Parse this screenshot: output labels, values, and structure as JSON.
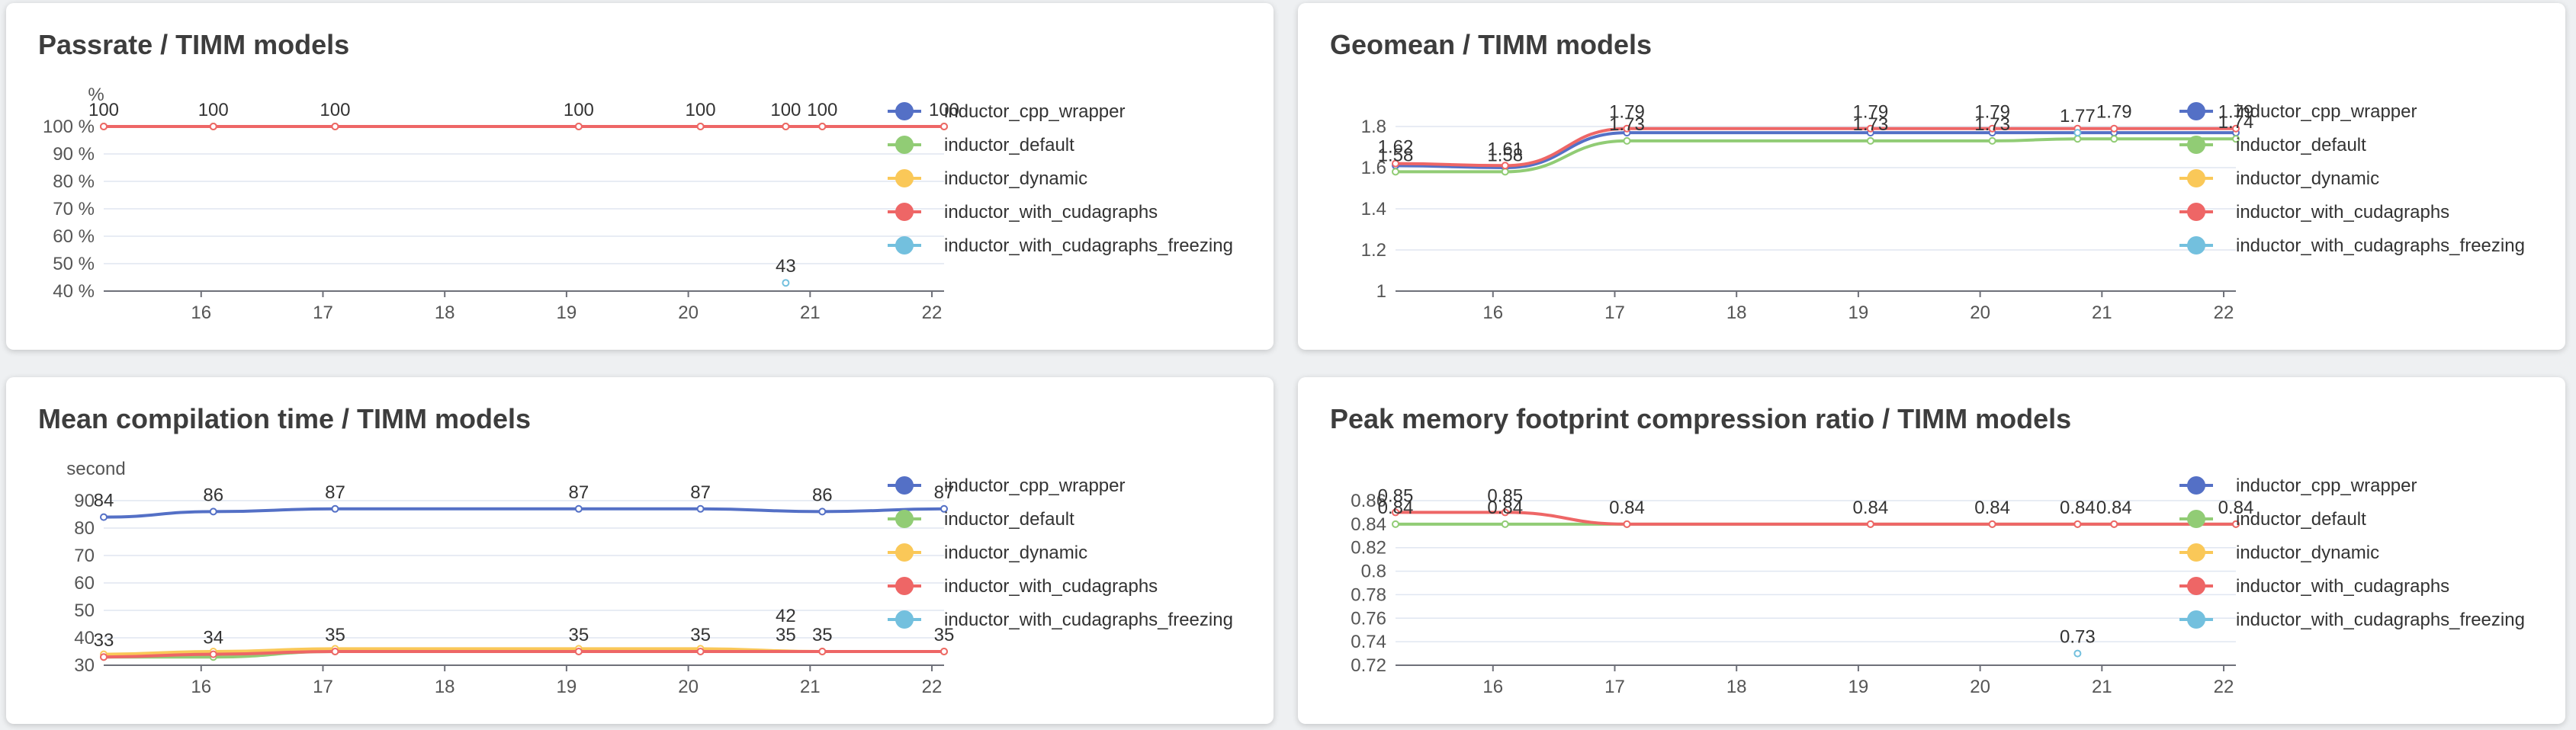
{
  "panels": [
    {
      "title": "Passrate / TIMM models",
      "chart_data": {
        "type": "line",
        "title": "Passrate / TIMM models",
        "ylabel": "%",
        "y_unit_suffix": " %",
        "ylim": [
          40,
          100
        ],
        "yticks": [
          40,
          50,
          60,
          70,
          80,
          90,
          100
        ],
        "xlim": [
          15.2,
          22.1
        ],
        "xticks": [
          16,
          17,
          18,
          19,
          20,
          21,
          22
        ],
        "x": [
          15.2,
          16.1,
          17.1,
          19.1,
          20.1,
          20.8,
          21.1,
          22.1
        ],
        "smooth": false,
        "legend": "right",
        "series": [
          {
            "name": "inductor_cpp_wrapper",
            "color": "#5470c6",
            "points": [
              [
                15.2,
                100
              ],
              [
                16.1,
                100
              ],
              [
                17.1,
                100
              ],
              [
                19.1,
                100
              ],
              [
                20.1,
                100
              ],
              [
                20.8,
                100
              ],
              [
                21.1,
                100
              ],
              [
                22.1,
                100
              ]
            ]
          },
          {
            "name": "inductor_default",
            "color": "#91cc75",
            "points": [
              [
                15.2,
                100
              ],
              [
                16.1,
                100
              ],
              [
                17.1,
                100
              ],
              [
                19.1,
                100
              ],
              [
                20.1,
                100
              ],
              [
                20.8,
                100
              ],
              [
                21.1,
                100
              ],
              [
                22.1,
                100
              ]
            ]
          },
          {
            "name": "inductor_dynamic",
            "color": "#fac858",
            "points": [
              [
                15.2,
                100
              ],
              [
                16.1,
                100
              ],
              [
                17.1,
                100
              ],
              [
                19.1,
                100
              ],
              [
                20.1,
                100
              ],
              [
                20.8,
                100
              ],
              [
                21.1,
                100
              ],
              [
                22.1,
                100
              ]
            ]
          },
          {
            "name": "inductor_with_cudagraphs",
            "color": "#ee6666",
            "points": [
              [
                15.2,
                100
              ],
              [
                16.1,
                100
              ],
              [
                17.1,
                100
              ],
              [
                19.1,
                100
              ],
              [
                20.1,
                100
              ],
              [
                20.8,
                100
              ],
              [
                21.1,
                100
              ],
              [
                22.1,
                100
              ]
            ]
          },
          {
            "name": "inductor_with_cudagraphs_freezing",
            "color": "#73c0de",
            "points": [
              [
                20.8,
                43
              ]
            ]
          }
        ],
        "labels": [
          {
            "x": 15.2,
            "y": 100,
            "text": "100"
          },
          {
            "x": 16.1,
            "y": 100,
            "text": "100"
          },
          {
            "x": 17.1,
            "y": 100,
            "text": "100"
          },
          {
            "x": 19.1,
            "y": 100,
            "text": "100"
          },
          {
            "x": 20.1,
            "y": 100,
            "text": "100"
          },
          {
            "x": 20.8,
            "y": 100,
            "text": "100"
          },
          {
            "x": 21.1,
            "y": 100,
            "text": "100"
          },
          {
            "x": 22.1,
            "y": 100,
            "text": "100"
          },
          {
            "x": 20.8,
            "y": 43,
            "text": "43"
          }
        ]
      }
    },
    {
      "title": "Geomean / TIMM models",
      "chart_data": {
        "type": "line",
        "title": "Geomean / TIMM models",
        "ylabel": "",
        "y_unit_suffix": "",
        "ylim": [
          1,
          1.8
        ],
        "yticks": [
          1,
          1.2,
          1.4,
          1.6,
          1.8
        ],
        "xlim": [
          15.2,
          22.1
        ],
        "xticks": [
          16,
          17,
          18,
          19,
          20,
          21,
          22
        ],
        "smooth": true,
        "legend": "right",
        "series": [
          {
            "name": "inductor_cpp_wrapper",
            "color": "#5470c6",
            "points": [
              [
                15.2,
                1.61
              ],
              [
                16.1,
                1.6
              ],
              [
                17.1,
                1.77
              ],
              [
                19.1,
                1.77
              ],
              [
                20.1,
                1.77
              ],
              [
                20.8,
                1.77
              ],
              [
                21.1,
                1.77
              ],
              [
                22.1,
                1.77
              ]
            ]
          },
          {
            "name": "inductor_default",
            "color": "#91cc75",
            "points": [
              [
                15.2,
                1.58
              ],
              [
                16.1,
                1.58
              ],
              [
                17.1,
                1.73
              ],
              [
                19.1,
                1.73
              ],
              [
                20.1,
                1.73
              ],
              [
                20.8,
                1.74
              ],
              [
                21.1,
                1.74
              ],
              [
                22.1,
                1.74
              ]
            ]
          },
          {
            "name": "inductor_dynamic",
            "color": "#fac858",
            "points": []
          },
          {
            "name": "inductor_with_cudagraphs",
            "color": "#ee6666",
            "points": [
              [
                15.2,
                1.62
              ],
              [
                16.1,
                1.61
              ],
              [
                17.1,
                1.79
              ],
              [
                19.1,
                1.79
              ],
              [
                20.1,
                1.79
              ],
              [
                20.8,
                1.79
              ],
              [
                21.1,
                1.79
              ],
              [
                22.1,
                1.79
              ]
            ]
          },
          {
            "name": "inductor_with_cudagraphs_freezing",
            "color": "#73c0de",
            "points": [
              [
                20.8,
                1.77
              ]
            ]
          }
        ],
        "labels": [
          {
            "x": 15.2,
            "y": 1.62,
            "text": "1.62"
          },
          {
            "x": 15.2,
            "y": 1.58,
            "text": "1.58"
          },
          {
            "x": 16.1,
            "y": 1.61,
            "text": "1.61"
          },
          {
            "x": 16.1,
            "y": 1.58,
            "text": "1.58"
          },
          {
            "x": 17.1,
            "y": 1.79,
            "text": "1.79"
          },
          {
            "x": 17.1,
            "y": 1.73,
            "text": "1.73"
          },
          {
            "x": 19.1,
            "y": 1.79,
            "text": "1.79"
          },
          {
            "x": 19.1,
            "y": 1.73,
            "text": "1.73"
          },
          {
            "x": 20.1,
            "y": 1.79,
            "text": "1.79"
          },
          {
            "x": 20.1,
            "y": 1.73,
            "text": "1.73"
          },
          {
            "x": 20.8,
            "y": 1.77,
            "text": "1.77"
          },
          {
            "x": 21.1,
            "y": 1.79,
            "text": "1.79"
          },
          {
            "x": 22.1,
            "y": 1.79,
            "text": "1.79"
          },
          {
            "x": 22.1,
            "y": 1.74,
            "text": "1.74"
          }
        ]
      }
    },
    {
      "title": "Mean compilation time / TIMM models",
      "chart_data": {
        "type": "line",
        "title": "Mean compilation time / TIMM models",
        "ylabel": "second",
        "y_unit_suffix": "",
        "ylim": [
          30,
          90
        ],
        "yticks": [
          30,
          40,
          50,
          60,
          70,
          80,
          90
        ],
        "xlim": [
          15.2,
          22.1
        ],
        "xticks": [
          16,
          17,
          18,
          19,
          20,
          21,
          22
        ],
        "smooth": true,
        "legend": "right",
        "series": [
          {
            "name": "inductor_cpp_wrapper",
            "color": "#5470c6",
            "points": [
              [
                15.2,
                84
              ],
              [
                16.1,
                86
              ],
              [
                17.1,
                87
              ],
              [
                19.1,
                87
              ],
              [
                20.1,
                87
              ],
              [
                21.1,
                86
              ],
              [
                22.1,
                87
              ]
            ]
          },
          {
            "name": "inductor_default",
            "color": "#91cc75",
            "points": [
              [
                15.2,
                33
              ],
              [
                16.1,
                33
              ],
              [
                17.1,
                35
              ],
              [
                19.1,
                35
              ],
              [
                20.1,
                35
              ],
              [
                21.1,
                35
              ],
              [
                22.1,
                35
              ]
            ]
          },
          {
            "name": "inductor_dynamic",
            "color": "#fac858",
            "points": [
              [
                15.2,
                34
              ],
              [
                16.1,
                35
              ],
              [
                17.1,
                36
              ],
              [
                19.1,
                36
              ],
              [
                20.1,
                36
              ],
              [
                21.1,
                35
              ],
              [
                22.1,
                35
              ]
            ]
          },
          {
            "name": "inductor_with_cudagraphs",
            "color": "#ee6666",
            "points": [
              [
                15.2,
                33
              ],
              [
                16.1,
                34
              ],
              [
                17.1,
                35
              ],
              [
                19.1,
                35
              ],
              [
                20.1,
                35
              ],
              [
                21.1,
                35
              ],
              [
                22.1,
                35
              ]
            ]
          },
          {
            "name": "inductor_with_cudagraphs_freezing",
            "color": "#73c0de",
            "points": []
          }
        ],
        "labels": [
          {
            "x": 15.2,
            "y": 84,
            "text": "84"
          },
          {
            "x": 16.1,
            "y": 86,
            "text": "86"
          },
          {
            "x": 17.1,
            "y": 87,
            "text": "87"
          },
          {
            "x": 19.1,
            "y": 87,
            "text": "87"
          },
          {
            "x": 20.1,
            "y": 87,
            "text": "87"
          },
          {
            "x": 21.1,
            "y": 86,
            "text": "86"
          },
          {
            "x": 22.1,
            "y": 87,
            "text": "87"
          },
          {
            "x": 15.2,
            "y": 33,
            "text": "33"
          },
          {
            "x": 16.1,
            "y": 34,
            "text": "34"
          },
          {
            "x": 17.1,
            "y": 35,
            "text": "35"
          },
          {
            "x": 19.1,
            "y": 35,
            "text": "35"
          },
          {
            "x": 20.1,
            "y": 35,
            "text": "35"
          },
          {
            "x": 20.8,
            "y": 42,
            "text": "42"
          },
          {
            "x": 20.8,
            "y": 35,
            "text": "35"
          },
          {
            "x": 21.1,
            "y": 35,
            "text": "35"
          },
          {
            "x": 22.1,
            "y": 35,
            "text": "35"
          }
        ]
      }
    },
    {
      "title": "Peak memory footprint compression ratio / TIMM models",
      "chart_data": {
        "type": "line",
        "title": "Peak memory footprint compression ratio / TIMM models",
        "ylabel": "",
        "y_unit_suffix": "",
        "ylim": [
          0.72,
          0.86
        ],
        "yticks": [
          0.72,
          0.74,
          0.76,
          0.78,
          0.8,
          0.82,
          0.84,
          0.86
        ],
        "xlim": [
          15.2,
          22.1
        ],
        "xticks": [
          16,
          17,
          18,
          19,
          20,
          21,
          22
        ],
        "smooth": true,
        "legend": "right",
        "series": [
          {
            "name": "inductor_cpp_wrapper",
            "color": "#5470c6",
            "points": []
          },
          {
            "name": "inductor_default",
            "color": "#91cc75",
            "points": [
              [
                15.2,
                0.84
              ],
              [
                16.1,
                0.84
              ],
              [
                17.1,
                0.84
              ],
              [
                19.1,
                0.84
              ],
              [
                20.1,
                0.84
              ],
              [
                20.8,
                0.84
              ],
              [
                21.1,
                0.84
              ],
              [
                22.1,
                0.84
              ]
            ]
          },
          {
            "name": "inductor_dynamic",
            "color": "#fac858",
            "points": []
          },
          {
            "name": "inductor_with_cudagraphs",
            "color": "#ee6666",
            "points": [
              [
                15.2,
                0.85
              ],
              [
                16.1,
                0.85
              ],
              [
                17.1,
                0.84
              ],
              [
                19.1,
                0.84
              ],
              [
                20.1,
                0.84
              ],
              [
                20.8,
                0.84
              ],
              [
                21.1,
                0.84
              ],
              [
                22.1,
                0.84
              ]
            ]
          },
          {
            "name": "inductor_with_cudagraphs_freezing",
            "color": "#73c0de",
            "points": [
              [
                20.8,
                0.73
              ]
            ]
          }
        ],
        "labels": [
          {
            "x": 15.2,
            "y": 0.85,
            "text": "0.85"
          },
          {
            "x": 15.2,
            "y": 0.84,
            "text": "0.84"
          },
          {
            "x": 16.1,
            "y": 0.85,
            "text": "0.85"
          },
          {
            "x": 16.1,
            "y": 0.84,
            "text": "0.84"
          },
          {
            "x": 17.1,
            "y": 0.84,
            "text": "0.84"
          },
          {
            "x": 19.1,
            "y": 0.84,
            "text": "0.84"
          },
          {
            "x": 20.1,
            "y": 0.84,
            "text": "0.84"
          },
          {
            "x": 20.8,
            "y": 0.84,
            "text": "0.84"
          },
          {
            "x": 21.1,
            "y": 0.84,
            "text": "0.84"
          },
          {
            "x": 22.1,
            "y": 0.84,
            "text": "0.84"
          },
          {
            "x": 20.8,
            "y": 0.73,
            "text": "0.73"
          }
        ]
      }
    }
  ]
}
